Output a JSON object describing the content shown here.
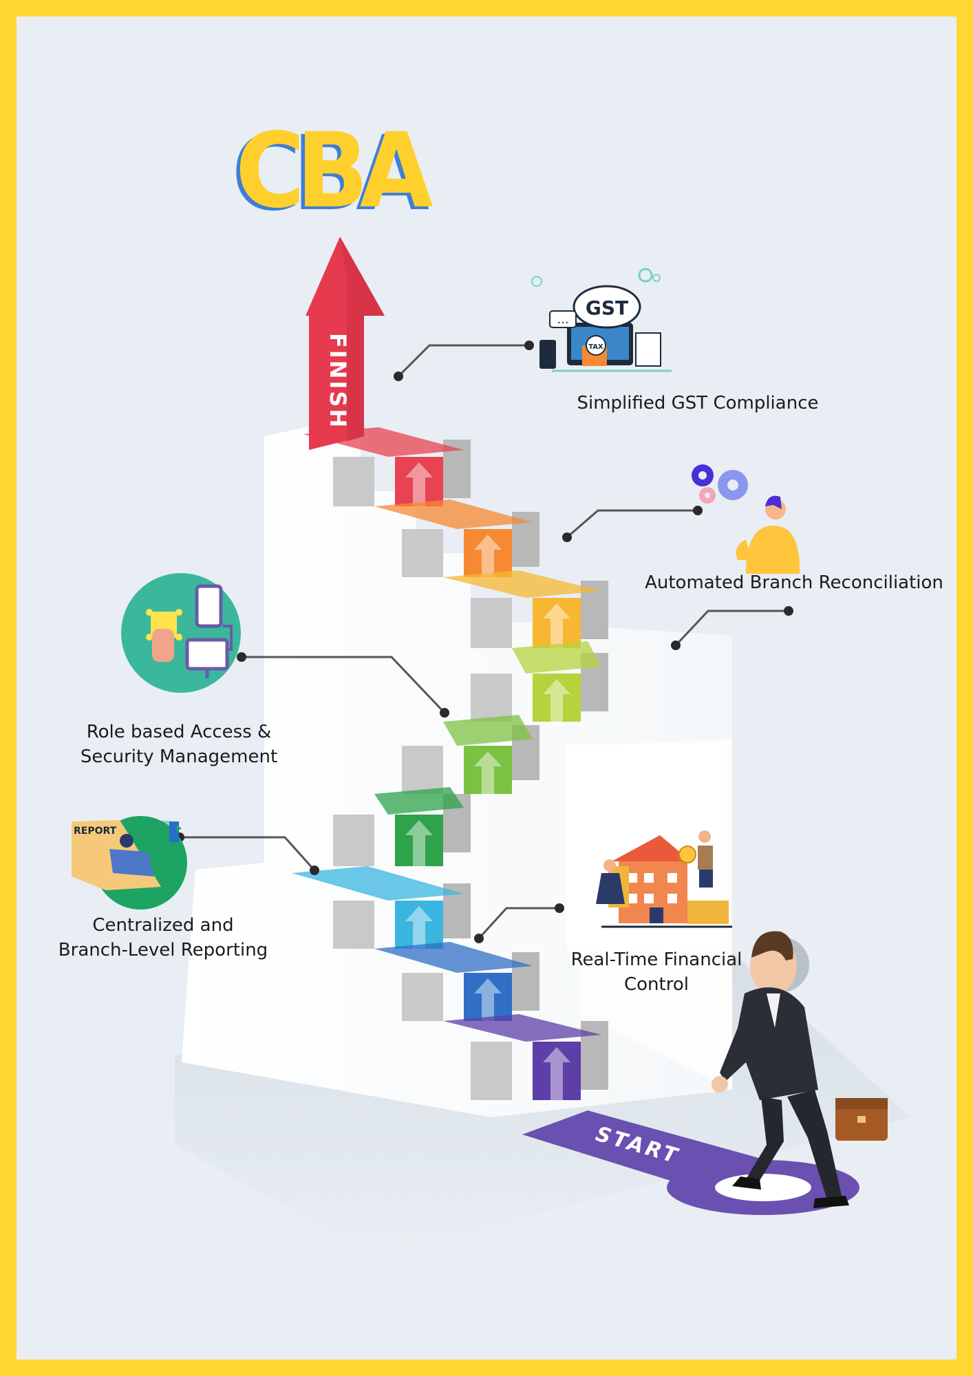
{
  "title": "CBA",
  "arrow_text": "FINISH",
  "start_text": "START",
  "icon_texts": {
    "gst": "GST",
    "tax": "TAX",
    "report": "REPORT"
  },
  "features": {
    "gst": "Simplified GST Compliance",
    "reconciliation": "Automated Branch Reconciliation",
    "access_line1": "Role based Access &",
    "access_line2": "Security Management",
    "reporting_line1": "Centralized and",
    "reporting_line2": "Branch-Level Reporting",
    "financial_line1": "Real-Time Financial",
    "financial_line2": "Control"
  },
  "colors": {
    "border": "#ffd632",
    "background": "#e8eef3",
    "title": "#ffcf2e",
    "title_shadow": "#3d7fd6",
    "steps": [
      "#e84352",
      "#f58a33",
      "#f7b733",
      "#b5d33d",
      "#7cc242",
      "#2ea34a",
      "#39b5e0",
      "#2f6fc6",
      "#5e3fa8"
    ]
  }
}
